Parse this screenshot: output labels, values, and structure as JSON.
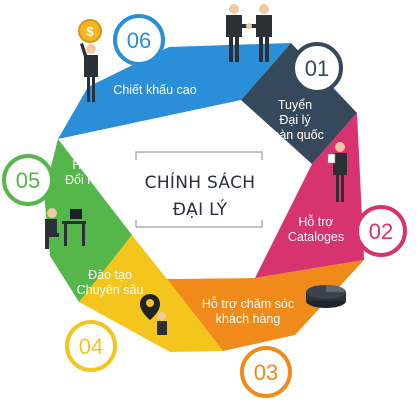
{
  "center": {
    "line1": "CHÍNH SÁCH",
    "line2": "ĐẠI LÝ"
  },
  "segments": [
    {
      "number": "01",
      "lines": [
        "Tuyển",
        "Đại lý",
        "Toàn quốc"
      ],
      "color": "#36495c",
      "icon": "handshake-people-icon"
    },
    {
      "number": "02",
      "lines": [
        "Hỗ trợ",
        "Cataloges"
      ],
      "color": "#d7336f",
      "icon": "presenter-icon"
    },
    {
      "number": "03",
      "lines": [
        "Hỗ trợ chăm sóc",
        "khách hàng"
      ],
      "color": "#ef8a1b",
      "icon": "pie-chart-icon"
    },
    {
      "number": "04",
      "lines": [
        "Đào tạo",
        "Chuyên sâu"
      ],
      "color": "#f4c51c",
      "icon": "location-pin-person-icon"
    },
    {
      "number": "05",
      "lines": [
        "Hỗ trợ",
        "Đổi hàng"
      ],
      "color": "#55b649",
      "icon": "desk-worker-icon"
    },
    {
      "number": "06",
      "lines": [
        "Chiết khấu cao"
      ],
      "color": "#2a8fd8",
      "icon": "coin-person-icon"
    }
  ]
}
